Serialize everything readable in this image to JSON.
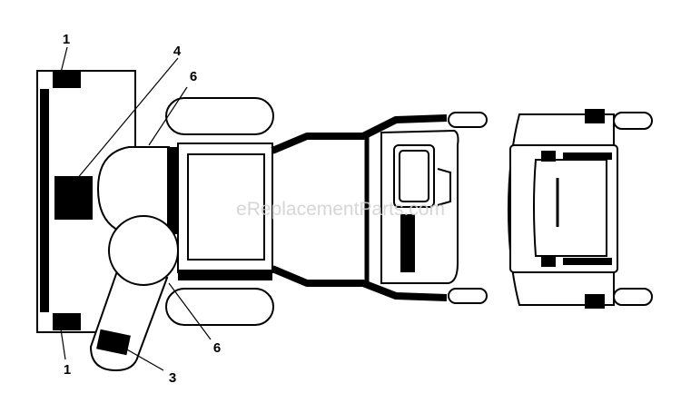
{
  "watermark": "eReplacementParts.com",
  "callouts": {
    "top_left": "1",
    "bottom_left": "1",
    "upper_middle_a": "4",
    "upper_middle_b": "6",
    "lower_middle": "6",
    "bottom_middle": "3"
  },
  "colors": {
    "ink": "#000000",
    "paper": "#ffffff",
    "watermark": "#d0d0d0"
  }
}
